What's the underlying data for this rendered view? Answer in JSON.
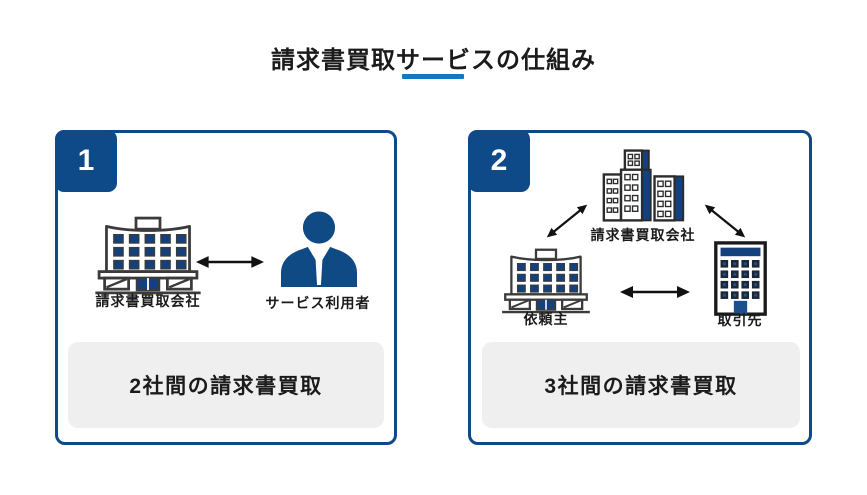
{
  "title": {
    "text": "請求書買取サービスの仕組み"
  },
  "colors": {
    "navy": "#0d4a87",
    "underline_blue": "#1478be",
    "window_navy": "#14417d",
    "box_gray": "#efefef",
    "text_dark": "#1b1b1b",
    "outline_gray": "#3b3b3b",
    "arrow_black": "#111111"
  },
  "panel1": {
    "number": "1",
    "company_label": "請求書買取会社",
    "user_label": "サービス利用者",
    "caption": "2社間の請求書買取"
  },
  "panel2": {
    "number": "2",
    "factor_label": "請求書買取会社",
    "client_label": "依頼主",
    "partner_label": "取引先",
    "caption": "3社間の請求書買取"
  },
  "icons": {
    "office-building-icon": "low-rise office building with navy windows and entrance",
    "businessman-icon": "navy figure with white shirt collar and tie",
    "skyscrapers-icon": "cluster of high-rise towers with navy side panels",
    "company-building-icon": "tall building with navy roof band, dark windows, navy door",
    "double-arrow-icon": "black double-headed arrow"
  }
}
